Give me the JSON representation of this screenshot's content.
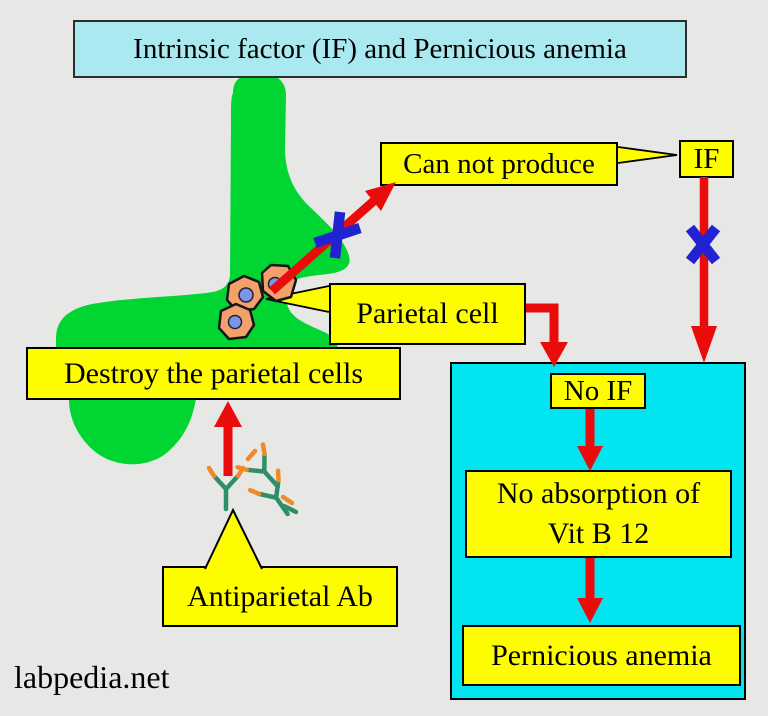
{
  "title": "Intrinsic factor (IF) and Pernicious anemia",
  "watermark": "labpedia.net",
  "boxes": {
    "can_not_produce": "Can not produce",
    "intrinsic_factor": "IF",
    "parietal_cell": "Parietal cell",
    "destroy": "Destroy the parietal cells",
    "no_if": "No IF",
    "no_absorption_line1": "No absorption of",
    "no_absorption_line2": "Vit B 12",
    "pernicious_anemia": "Pernicious anemia",
    "antiparietal": "Antiparietal Ab"
  },
  "colors": {
    "background": "#e7e7e5",
    "title_fill": "#abe9f1",
    "label_fill": "#fdfd00",
    "panel_fill": "#00e5f0",
    "stomach_green": "#00d532",
    "arrow_red": "#ea0b0b",
    "cross_blue": "#2222d0",
    "cell_fill": "#f2a16b",
    "cell_nucleus": "#7d94e8",
    "antibody_teal": "#2e8e68",
    "antibody_orange": "#ef8a28",
    "text": "#000000"
  }
}
